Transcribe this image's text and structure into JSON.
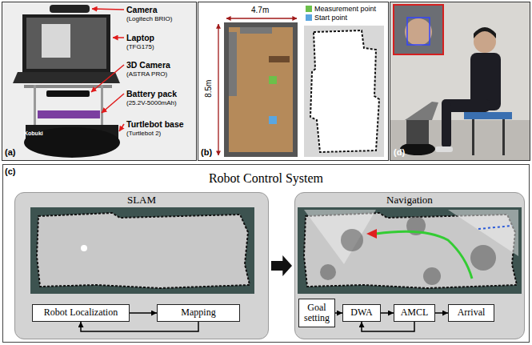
{
  "diagram": {
    "nodes": [
      {
        "text": [
          "Robot Control System"
        ]
      },
      {
        "text": [
          "SLAM"
        ],
        "in": 0
      },
      {
        "text": [
          "Robot Localization"
        ],
        "in": 1
      },
      {
        "text": [
          "Mapping"
        ],
        "in": 1
      },
      {
        "text": [
          "Navigation"
        ],
        "in": 0
      },
      {
        "text": [
          "Goal setting"
        ],
        "in": 4
      },
      {
        "text": [
          "DWA"
        ],
        "in": 4
      },
      {
        "text": [
          "AMCL"
        ],
        "in": 4
      },
      {
        "text": [
          "Arrival"
        ],
        "in": 4
      }
    ],
    "edges": [
      {
        "from": 1,
        "to": 4,
        "arrow": "to"
      },
      {
        "from": 2,
        "to": 3,
        "arrow": "to"
      },
      {
        "from": 3,
        "to": 2,
        "arrow": "to"
      },
      {
        "from": 5,
        "to": 6,
        "arrow": "to"
      },
      {
        "from": 6,
        "to": 7,
        "arrow": "to"
      },
      {
        "from": 7,
        "to": 8,
        "arrow": "to"
      },
      {
        "from": 7,
        "to": 6,
        "arrow": "to"
      }
    ],
    "labels": [
      "(a)",
      "Camera",
      "(Logitech BRIO)",
      "Laptop",
      "(TFG175)",
      "3D Camera",
      "(ASTRA PRO)",
      "Battery pack",
      "(25.2V-5000mAh)",
      "Turtlebot base",
      "(Turtlebot 2)",
      "Kobuki",
      "(b)",
      "4.7m",
      "8.5m",
      "(c)",
      "(d)"
    ],
    "legend": [
      {
        "text": "Measurement point",
        "color": "#6cc04a"
      },
      {
        "text": "Start point",
        "color": "#5aa6e0"
      }
    ]
  }
}
